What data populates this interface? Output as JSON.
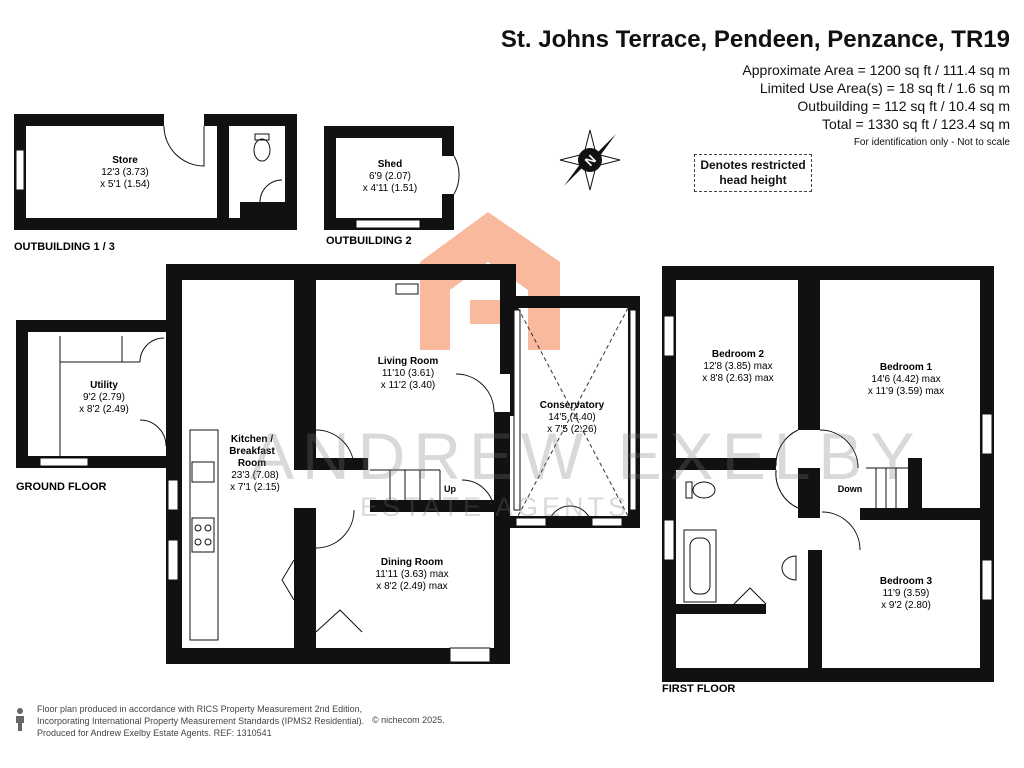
{
  "header": {
    "title": "St. Johns Terrace, Pendeen, Penzance, TR19",
    "areas": [
      "Approximate Area = 1200 sq ft / 111.4 sq m",
      "Limited Use Area(s) = 18 sq ft / 1.6 sq m",
      "Outbuilding = 112 sq ft / 10.4 sq m",
      "Total = 1330 sq ft / 123.4 sq m"
    ],
    "note": "For identification only - Not to scale"
  },
  "legend": {
    "line1": "Denotes restricted",
    "line2": "head height"
  },
  "compass": {
    "letter": "N",
    "icon": "compass-icon"
  },
  "watermark": {
    "line1": "ANDREW EXELBY",
    "line2": "ESTATE AGENTS",
    "logo_icon": "house-logo-icon",
    "color": "#f08a5d"
  },
  "floors": {
    "outbuilding13": "OUTBUILDING 1 / 3",
    "outbuilding2": "OUTBUILDING 2",
    "ground": "GROUND FLOOR",
    "first": "FIRST FLOOR"
  },
  "rooms": {
    "store": {
      "name": "Store",
      "dim1": "12'3 (3.73)",
      "dim2": "x 5'1 (1.54)"
    },
    "shed": {
      "name": "Shed",
      "dim1": "6'9 (2.07)",
      "dim2": "x 4'11 (1.51)"
    },
    "utility": {
      "name": "Utility",
      "dim1": "9'2 (2.79)",
      "dim2": "x 8'2 (2.49)"
    },
    "kitchen": {
      "name1": "Kitchen /",
      "name2": "Breakfast",
      "name3": "Room",
      "dim1": "23'3 (7.08)",
      "dim2": "x 7'1 (2.15)"
    },
    "living": {
      "name": "Living Room",
      "dim1": "11'10 (3.61)",
      "dim2": "x 11'2 (3.40)"
    },
    "conservatory": {
      "name": "Conservatory",
      "dim1": "14'5 (4.40)",
      "dim2": "x 7'5 (2.26)"
    },
    "dining": {
      "name": "Dining Room",
      "dim1": "11'11 (3.63) max",
      "dim2": "x 8'2 (2.49) max"
    },
    "bedroom2": {
      "name": "Bedroom 2",
      "dim1": "12'8 (3.85) max",
      "dim2": "x 8'8 (2.63) max"
    },
    "bedroom1": {
      "name": "Bedroom 1",
      "dim1": "14'6 (4.42) max",
      "dim2": "x 11'9 (3.59) max"
    },
    "bedroom3": {
      "name": "Bedroom 3",
      "dim1": "11'9 (3.59)",
      "dim2": "x 9'2 (2.80)"
    }
  },
  "stairs": {
    "up": "Up",
    "down": "Down"
  },
  "footer": {
    "line1": "Floor plan produced in accordance with RICS Property Measurement 2nd Edition,",
    "line2": "Incorporating International Property Measurement Standards (IPMS2 Residential).",
    "copyright": "© nichecom 2025.",
    "line3": "Produced for Andrew Exelby Estate Agents.   REF: 1310541"
  }
}
